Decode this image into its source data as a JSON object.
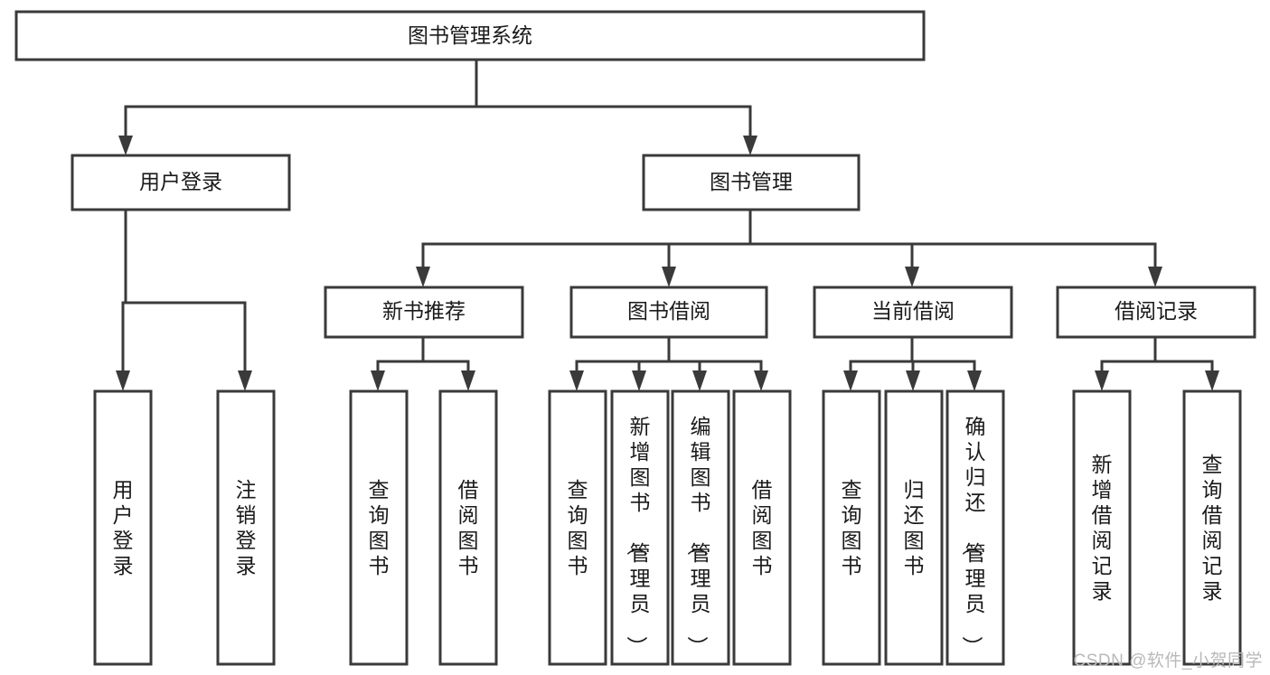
{
  "diagram": {
    "title": "图书管理系统",
    "type": "tree",
    "root": {
      "id": "root",
      "label": "图书管理系统",
      "orientation": "horizontal"
    },
    "level2": [
      {
        "id": "user-login",
        "label": "用户登录",
        "orientation": "horizontal"
      },
      {
        "id": "book-management",
        "label": "图书管理",
        "orientation": "horizontal"
      }
    ],
    "level3": [
      {
        "id": "new-book-recommend",
        "label": "新书推荐",
        "orientation": "horizontal",
        "parent": "book-management"
      },
      {
        "id": "book-borrow",
        "label": "图书借阅",
        "orientation": "horizontal",
        "parent": "book-management"
      },
      {
        "id": "current-borrow",
        "label": "当前借阅",
        "orientation": "horizontal",
        "parent": "book-management"
      },
      {
        "id": "borrow-record",
        "label": "借阅记录",
        "orientation": "horizontal",
        "parent": "book-management"
      }
    ],
    "leaves": [
      {
        "id": "leaf-user-login",
        "label": "用户登录",
        "orientation": "vertical",
        "parent": "user-login"
      },
      {
        "id": "leaf-logout-login",
        "label": "注销登录",
        "orientation": "vertical",
        "parent": "user-login"
      },
      {
        "id": "leaf-query-book-1",
        "label": "查询图书",
        "orientation": "vertical",
        "parent": "new-book-recommend"
      },
      {
        "id": "leaf-borrow-book-1",
        "label": "借阅图书",
        "orientation": "vertical",
        "parent": "new-book-recommend"
      },
      {
        "id": "leaf-query-book-2",
        "label": "查询图书",
        "orientation": "vertical",
        "parent": "book-borrow"
      },
      {
        "id": "leaf-add-book",
        "label": "新增图书（管理员）",
        "orientation": "vertical",
        "parent": "book-borrow"
      },
      {
        "id": "leaf-edit-book",
        "label": "编辑图书（管理员）",
        "orientation": "vertical",
        "parent": "book-borrow"
      },
      {
        "id": "leaf-borrow-book-2",
        "label": "借阅图书",
        "orientation": "vertical",
        "parent": "book-borrow"
      },
      {
        "id": "leaf-query-book-3",
        "label": "查询图书",
        "orientation": "vertical",
        "parent": "current-borrow"
      },
      {
        "id": "leaf-return-book",
        "label": "归还图书",
        "orientation": "vertical",
        "parent": "current-borrow"
      },
      {
        "id": "leaf-confirm-return",
        "label": "确认归还（管理员）",
        "orientation": "vertical",
        "parent": "current-borrow"
      },
      {
        "id": "leaf-add-record",
        "label": "新增借阅记录",
        "orientation": "vertical",
        "parent": "borrow-record"
      },
      {
        "id": "leaf-query-record",
        "label": "查询借阅记录",
        "orientation": "vertical",
        "parent": "borrow-record"
      }
    ],
    "colors": {
      "box_stroke": "#3a3a3a",
      "box_fill": "#ffffff",
      "text": "#1a1a1a",
      "background": "#ffffff",
      "watermark": "#b9b9b9"
    }
  },
  "watermark": {
    "text": "CSDN @软件_小贺同学"
  }
}
